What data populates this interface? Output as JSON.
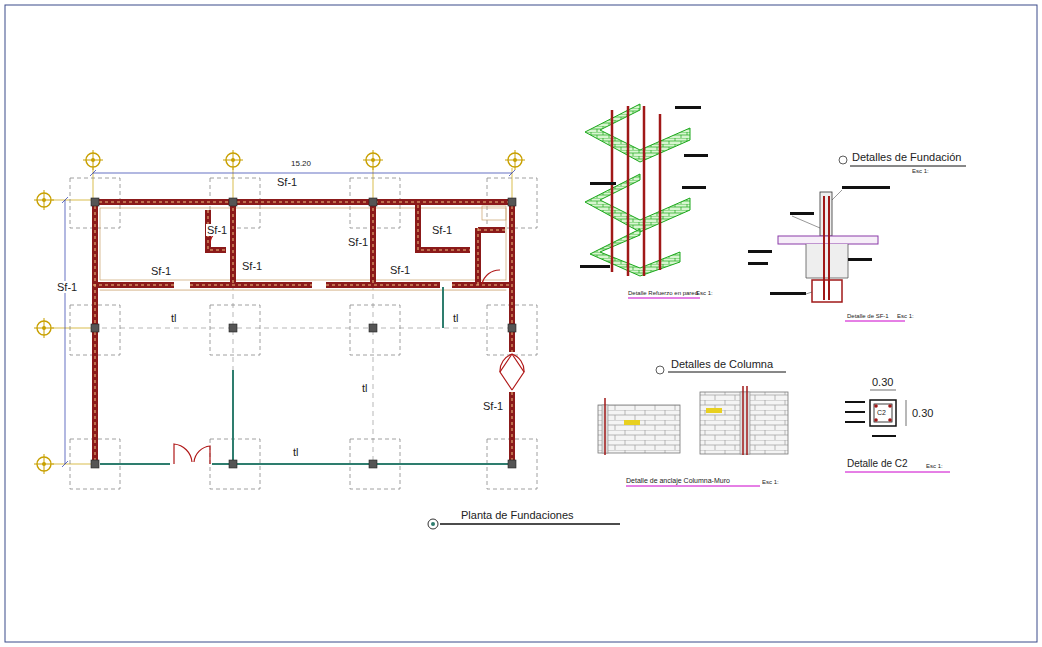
{
  "diagram": {
    "title": "Planta de Fundaciones",
    "labels": [
      "15.20",
      "Sf-1",
      "Sf-1",
      "Sf-1",
      "Sf-1",
      "Sf-1",
      "Sf-1",
      "Sf-1",
      "Sf-1",
      "tl",
      "tl",
      "tl",
      "tl",
      "Sf-1",
      "Detalles de Fundación",
      "Esc 1:",
      "Detalle Refuerzo en pared",
      "Esc 1:",
      "Detalle de SF-1",
      "Esc 1:",
      "Detalles de Columna",
      "Detalle de anclaje Columna-Muro",
      "Esc 1:",
      "0.30",
      "0.30",
      "C2",
      "Detalle de C2",
      "Esc 1:"
    ]
  }
}
